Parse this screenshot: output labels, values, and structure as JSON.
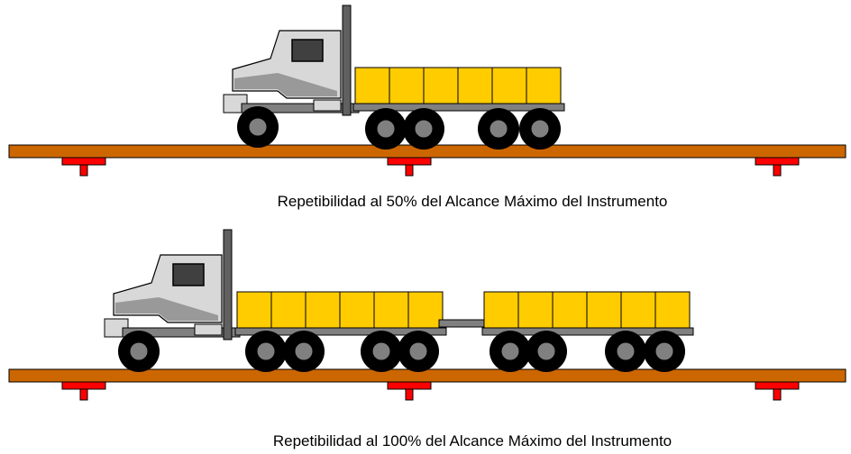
{
  "captions": {
    "scene_50": "Repetibilidad al 50% del Alcance Máximo del Instrumento",
    "scene_100": "Repetibilidad al 100% del Alcance Máximo del Instrumento"
  },
  "colors": {
    "platform": "#cc6600",
    "support": "#ff0000",
    "cargo": "#ffcc00",
    "cab_light": "#d8d8d8",
    "cab_dark": "#999999",
    "chassis": "#808080",
    "stack": "#606060",
    "window": "#404040",
    "tire": "#000000",
    "hub": "#808080"
  },
  "scenes": [
    {
      "name": "scene-50-percent",
      "trailers": 1,
      "cargo_boxes_per_trailer": [
        6
      ]
    },
    {
      "name": "scene-100-percent",
      "trailers": 2,
      "cargo_boxes_per_trailer": [
        6,
        6
      ]
    }
  ]
}
